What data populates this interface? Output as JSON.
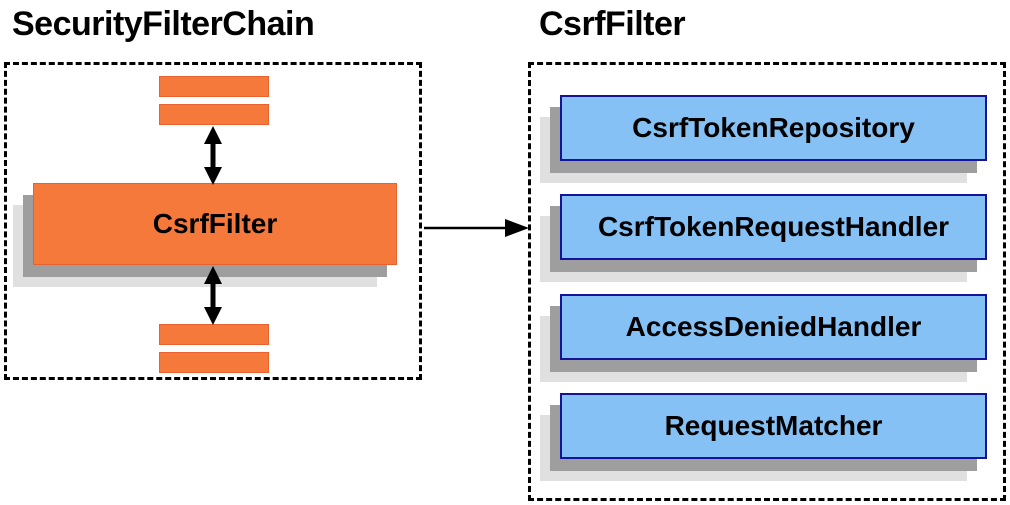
{
  "left_panel": {
    "title": "SecurityFilterChain",
    "filter_box": {
      "label": "CsrfFilter"
    },
    "placeholder_bars_count": 4
  },
  "right_panel": {
    "title": "CsrfFilter",
    "components": [
      {
        "label": "CsrfTokenRepository"
      },
      {
        "label": "CsrfTokenRequestHandler"
      },
      {
        "label": "AccessDeniedHandler"
      },
      {
        "label": "RequestMatcher"
      }
    ]
  },
  "connectors": {
    "top_bidirectional_arrow": "vertical double-headed arrow between upper filter bars and CsrfFilter box",
    "bottom_bidirectional_arrow": "vertical double-headed arrow between CsrfFilter box and lower filter bars",
    "link_arrow": "horizontal arrow from SecurityFilterChain container to CsrfFilter container"
  },
  "colors": {
    "orange_fill": "#F4793B",
    "orange_border": "#E8612F",
    "blue_fill": "#85C1F5",
    "blue_border": "#14149B",
    "shadow_dark": "#9E9E9E",
    "shadow_light": "#E0E0E0",
    "dashed_border": "#000000",
    "arrow": "#000000",
    "text": "#000000",
    "background": "#FFFFFF"
  }
}
